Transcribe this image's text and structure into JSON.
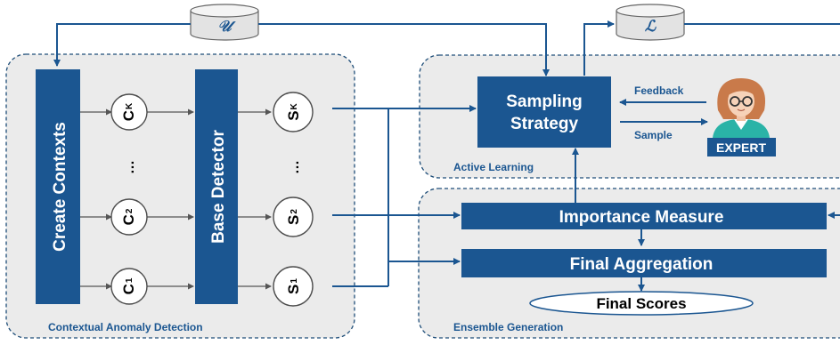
{
  "stores": {
    "unlabeled": "𝒰",
    "labeled": "ℒ"
  },
  "groups": {
    "contextual": "Contextual Anomaly Detection",
    "active": "Active Learning",
    "ensemble": "Ensemble Generation"
  },
  "blocks": {
    "create_contexts": "Create Contexts",
    "base_detector": "Base Detector",
    "sampling_line1": "Sampling",
    "sampling_line2": "Strategy",
    "importance": "Importance Measure",
    "final_aggregation": "Final Aggregation",
    "final_scores": "Final Scores",
    "expert": "EXPERT"
  },
  "arrows": {
    "feedback": "Feedback",
    "sample": "Sample"
  },
  "nodes": {
    "contexts": {
      "top": "C",
      "top_sub": "K",
      "mid": "C",
      "mid_sub": "2",
      "bottom": "C",
      "bottom_sub": "1",
      "ellipsis": "…"
    },
    "scores": {
      "top": "S",
      "top_sub": "K",
      "mid": "S",
      "mid_sub": "2",
      "bottom": "S",
      "bottom_sub": "1",
      "ellipsis": "…"
    }
  },
  "colors": {
    "primary": "#1b5691",
    "panel": "#ebebeb",
    "panel_border": "#1f4e79"
  }
}
